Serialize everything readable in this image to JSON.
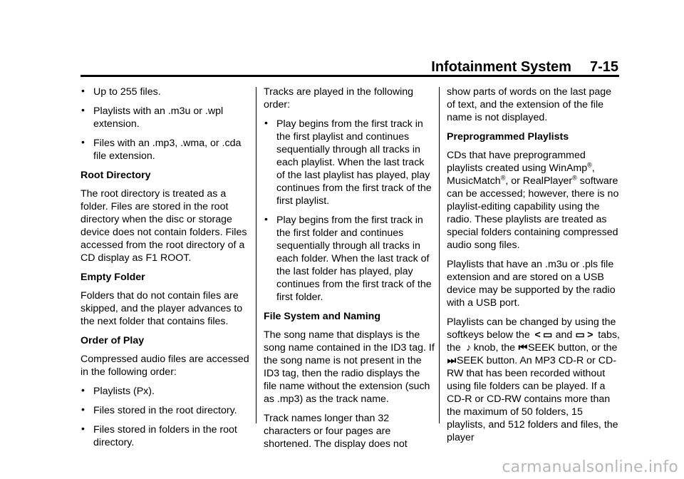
{
  "header": {
    "section": "Infotainment System",
    "page": "7-15"
  },
  "col1": {
    "bullets": [
      "Up to 255 files.",
      "Playlists with an .m3u or .wpl extension.",
      "Files with an .mp3, .wma, or .cda file extension."
    ],
    "root_heading": "Root Directory",
    "root_text": "The root directory is treated as a folder. Files are stored in the root directory when the disc or storage device does not contain folders. Files accessed from the root directory of a CD display as F1 ROOT.",
    "empty_heading": "Empty Folder",
    "empty_text": "Folders that do not contain files are skipped, and the player advances to the next folder that contains files.",
    "order_heading": "Order of Play",
    "order_text": "Compressed audio files are accessed in the following order:",
    "order_bullets": [
      "Playlists (Px).",
      "Files stored in the root directory.",
      "Files stored in folders in the root directory."
    ]
  },
  "col2": {
    "intro": "Tracks are played in the following order:",
    "bullets": [
      "Play begins from the first track in the first playlist and continues sequentially through all tracks in each playlist. When the last track of the last playlist has played, play continues from the first track of the first playlist.",
      "Play begins from the first track in the first folder and continues sequentially through all tracks in each folder. When the last track of the last folder has played, play continues from the first track of the first folder."
    ],
    "fs_heading": "File System and Naming",
    "fs_text": "The song name that displays is the song name contained in the ID3 tag. If the song name is not present in the ID3 tag, then the radio displays the file name without the extension (such as .mp3) as the track name.",
    "long_text": "Track names longer than 32 characters or four pages are shortened. The display does not"
  },
  "col3": {
    "cont_text": "show parts of words on the last page of text, and the extension of the file name is not displayed.",
    "pp_heading": "Preprogrammed Playlists",
    "pp_a": "CDs that have preprogrammed playlists created using WinAmp",
    "pp_b": ", MusicMatch",
    "pp_c": ", or RealPlayer",
    "pp_d": " software can be accessed; however, there is no playlist-editing capability using the radio. These playlists are treated as special folders containing compressed audio song files.",
    "reg": "®",
    "pls_text": "Playlists that have an .m3u or .pls file extension and are stored on a USB device may be supported by the radio with a USB port.",
    "sk_a": "Playlists can be changed by using the softkeys below the",
    "sk_b": "and",
    "sk_c": "tabs, the",
    "sk_d": "knob, the",
    "sk_e": "SEEK button, or the",
    "sk_f": "SEEK button. An MP3 CD-R or CD-RW that has been recorded without using file folders can be played. If a CD-R or CD-RW contains more than the maximum of 50 folders, 15 playlists, and 512 folders and files, the player",
    "icons": {
      "prev": "<",
      "folder": "▭",
      "next": ">",
      "tune": "♪",
      "seek_back": "⏮",
      "seek_fwd": "⏭"
    }
  },
  "watermark": "carmanualsonline.info"
}
